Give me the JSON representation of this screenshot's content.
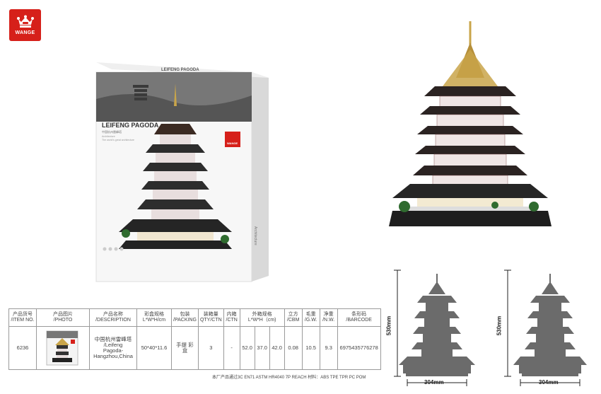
{
  "logo": {
    "brand": "WANGE"
  },
  "box": {
    "title": "LEIFENG PAGODA",
    "subtitle": "中国杭州雷峰塔",
    "caption": "Architecture",
    "brand": "WANGE",
    "small_line1": "Architecture",
    "small_line2": "The world's great architecture"
  },
  "dims": {
    "left": {
      "height": "530mm",
      "width": "304mm"
    },
    "right": {
      "height": "530mm",
      "width": "304mm"
    }
  },
  "table": {
    "headers": [
      {
        "zh": "产品货号",
        "en": "/ITEM NO."
      },
      {
        "zh": "产品图片",
        "en": "/PHOTO"
      },
      {
        "zh": "产品名称",
        "en": "/DESCRIPTION"
      },
      {
        "zh": "彩盒规格",
        "en": "L*W*H/cm"
      },
      {
        "zh": "包装",
        "en": "/PACKING"
      },
      {
        "zh": "装箱量",
        "en": "QTY/CTN"
      },
      {
        "zh": "内箱",
        "en": "/CTN"
      },
      {
        "zh": "外箱规格",
        "en": "L*W*H（cm)"
      },
      {
        "zh": "立方",
        "en": "/CBM"
      },
      {
        "zh": "毛重",
        "en": "/G.W."
      },
      {
        "zh": "净重",
        "en": "/N.W."
      },
      {
        "zh": "条形码",
        "en": "/BARCODE"
      }
    ],
    "row": {
      "item_no": "6236",
      "desc_zh": "中国杭州雷峰塔",
      "desc_en1": "/Leifeng",
      "desc_en2": "Pagoda-",
      "desc_en3": "Hangzhou,China",
      "box_size": "50*40*11.6",
      "packing1": "手提 彩",
      "packing2": "盒",
      "qty": "3",
      "inner": "-",
      "outer_l": "52.0",
      "outer_w": "37.0",
      "outer_h": "42.0",
      "cbm": "0.08",
      "gw": "10.5",
      "nw": "9.3",
      "barcode": "6975435776278"
    },
    "footnote": "本厂产品通过3C EN71 ASTM HR4040 7P REACH 材料：ABS TPE TPR PC POM"
  }
}
